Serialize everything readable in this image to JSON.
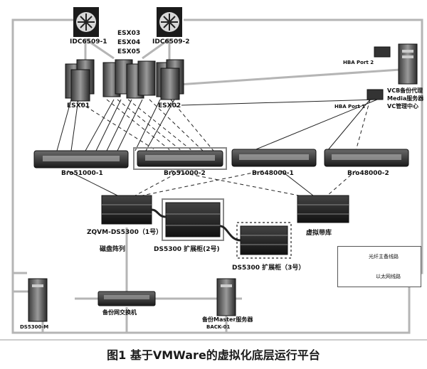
{
  "labels": {
    "idc1": "IDC6509-1",
    "idc2": "IDC6509-2",
    "esx03": "ESX03",
    "esx04": "ESX04",
    "esx05": "ESX05",
    "esx01": "ESX01",
    "esx02": "ESX02",
    "hba2": "HBA Port 2",
    "hba1": "HBA Port 1",
    "vcb1": "VCB备份代理",
    "vcb2": "Media服务器",
    "vcb3": "VC管理中心",
    "bro51_1": "Bro51000-1",
    "bro51_2": "Bro51000-2",
    "bro48_1": "Bro48000-1",
    "bro48_2": "Bro48000-2",
    "zqvm": "ZQVM-DS5300（1号）",
    "disk_array": "磁盘阵列",
    "ds_exp2": "DS5300 扩展柜(2号)",
    "ds_exp3": "DS5300 扩展柜（3号）",
    "tape": "虚拟带库",
    "switch": "备份网交换机",
    "ds_m": "DS5300-M",
    "backup_srv": "备份Master服务器",
    "back01": "BACK-01"
  },
  "legend": {
    "fiber": "光纤主备线路",
    "ethernet": "以太网线路"
  },
  "caption": "图1  基于VMWare的虚拟化底层运行平台"
}
